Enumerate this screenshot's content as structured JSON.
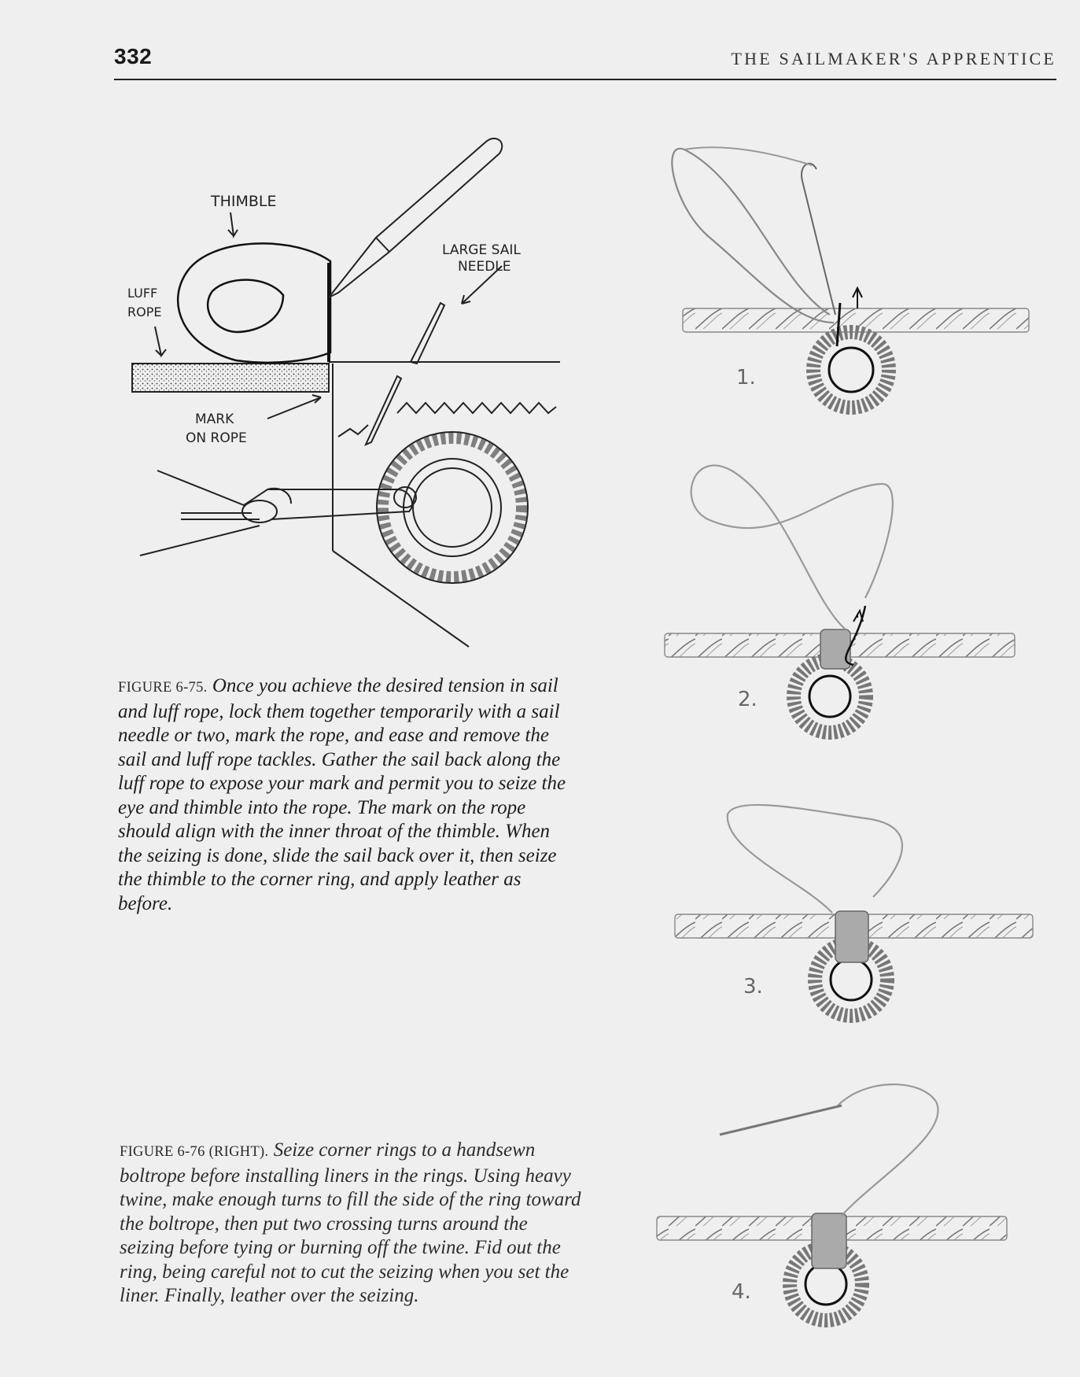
{
  "header": {
    "page_number": "332",
    "running_head": "THE SAILMAKER'S APPRENTICE"
  },
  "figure_75": {
    "labels": {
      "thimble": "THIMBLE",
      "luff_rope_line1": "LUFF",
      "luff_rope_line2": "ROPE",
      "large_sail_needle_line1": "LARGE SAIL",
      "large_sail_needle_line2": "NEEDLE",
      "mark_on_rope_line1": "MARK",
      "mark_on_rope_line2": "ON ROPE"
    },
    "caption_label": "FIGURE 6-75.",
    "caption_text": "Once you achieve the desired tension in sail and luff rope, lock them together temporarily with a sail needle or two, mark the rope, and ease and remove the sail and luff rope tackles. Gather the sail back along the luff rope to expose your mark and permit you to seize the eye and thimble into the rope. The mark on the rope should align with the inner throat of the thimble. When the seizing is done, slide the sail back over it, then seize the thimble to the corner ring, and apply leather as before."
  },
  "figure_76": {
    "step_labels": [
      "1.",
      "2.",
      "3.",
      "4."
    ],
    "caption_label": "FIGURE 6-76 (RIGHT).",
    "caption_text": "Seize corner rings to a handsewn boltrope before installing liners in the rings. Using heavy twine, make enough turns to fill the side of the ring toward the boltrope, then put two crossing turns around the seizing before tying or burning off the twine. Fid out the ring, being careful not to cut the seizing when you set the liner. Finally, leather over the seizing."
  }
}
